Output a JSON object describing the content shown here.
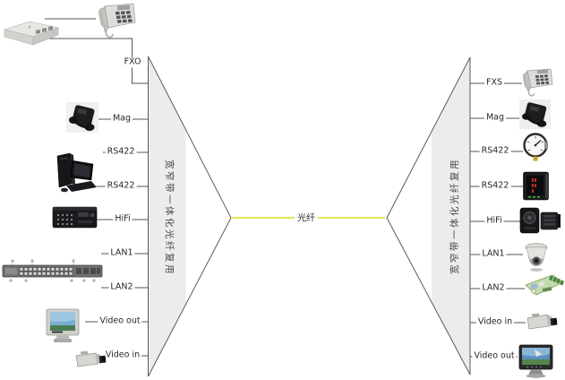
{
  "diagram_title": "fiber-multiplexer-topology",
  "fiber": {
    "label": "光纤",
    "color": "#dede20"
  },
  "left_mux": {
    "label": "宽窄带一体化光纤复用"
  },
  "right_mux": {
    "label": "宽窄带一体化光纤复用"
  },
  "left_ports": [
    "FXO",
    "Mag",
    "RS422",
    "RS422",
    "HiFi",
    "LAN1",
    "LAN2",
    "Video out",
    "Video in"
  ],
  "right_ports": [
    "FXS",
    "Mag",
    "RS422",
    "RS422",
    "HiFi",
    "LAN1",
    "LAN2",
    "Video in",
    "Video out"
  ],
  "left_devices": [
    "pbx",
    "desk-telephone",
    "field-telephone",
    "desktop-computer",
    "hifi-amplifier",
    "ethernet-switch",
    "crt-monitor",
    "box-camera"
  ],
  "right_devices": [
    "desk-telephone",
    "field-telephone",
    "pressure-gauge",
    "panel-meter",
    "speaker-amplifier",
    "dome-camera",
    "terminal-board",
    "box-camera",
    "lcd-monitor"
  ],
  "colors": {
    "outline": "#5a5a5a",
    "band": "#ececec",
    "line": "#555555"
  }
}
